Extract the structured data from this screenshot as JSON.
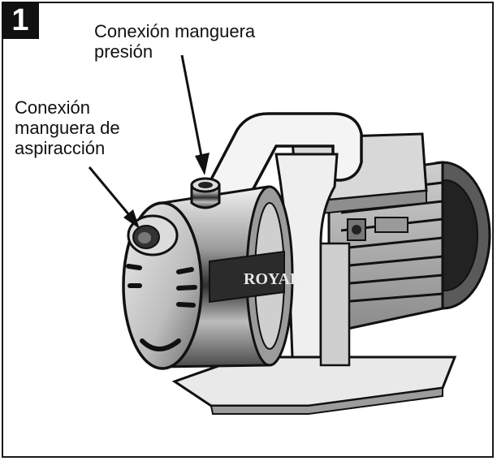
{
  "figure": {
    "step_number": "1",
    "labels": {
      "pressure_hose": "Conexión manguera\npresión",
      "suction_hose": "Conexión\nmanguera de\naspiracción"
    },
    "brand_plate": "ROYAL"
  },
  "colors": {
    "ink": "#111111",
    "metal_light": "#d9d9d9",
    "metal_dark": "#3a3a3a",
    "background": "#ffffff"
  }
}
